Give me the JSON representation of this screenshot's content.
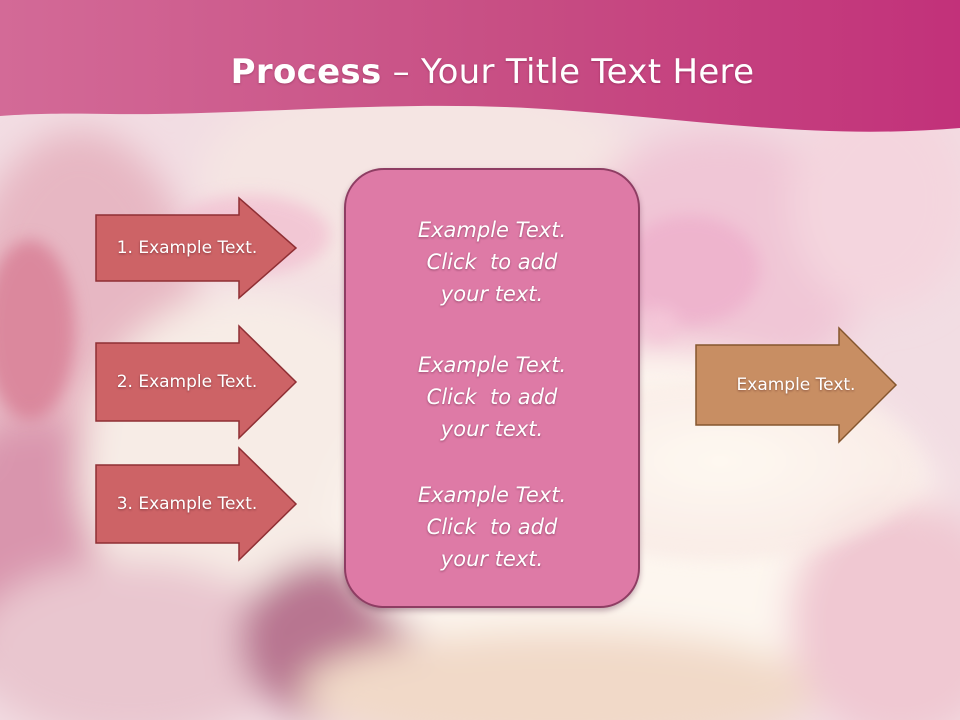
{
  "slide": {
    "title_bold": "Process",
    "title_rest": " – Your Title Text Here"
  },
  "steps": [
    {
      "label": "1. Example Text."
    },
    {
      "label": "2. Example Text."
    },
    {
      "label": "3. Example Text."
    }
  ],
  "center_blocks": [
    {
      "line1": "Example Text.",
      "line2": "Click  to add",
      "line3": "your text."
    },
    {
      "line1": "Example Text.",
      "line2": "Click  to add",
      "line3": "your text."
    },
    {
      "line1": "Example Text.",
      "line2": "Click  to add",
      "line3": "your text."
    }
  ],
  "result": {
    "label": "Example Text."
  },
  "colors": {
    "header": "#c9387a",
    "step_arrow": "#cd6366",
    "center_box": "#de7aa6",
    "result_arrow": "#c88e63"
  }
}
